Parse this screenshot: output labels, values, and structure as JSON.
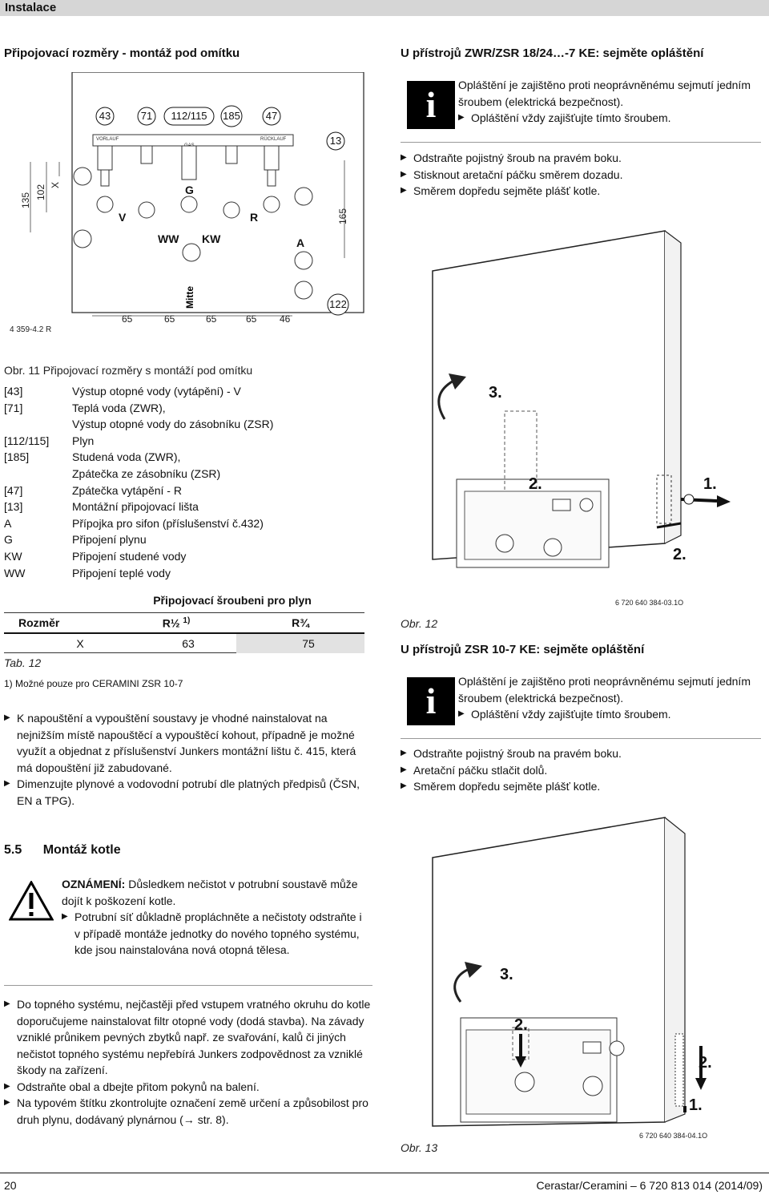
{
  "header": {
    "title": "Instalace"
  },
  "left": {
    "heading": "Připojovací rozměry - montáž pod omítku",
    "fig_code": "4 359-4.2 R",
    "fig_labels": {
      "n43": "43",
      "n71": "71",
      "n112": "112/115",
      "n185": "185",
      "n47": "47",
      "n13": "13",
      "n122": "122",
      "vorlauf": "VORLAUF",
      "gas": "GAS",
      "rucklauf": "RÜCKLAUF",
      "G": "G",
      "V": "V",
      "R": "R",
      "WW": "WW",
      "KW": "KW",
      "A": "A",
      "Mitte": "Mitte",
      "d135": "135",
      "d102": "102",
      "dX": "X",
      "d165": "165",
      "d65a": "65",
      "d65b": "65",
      "d65c": "65",
      "d65d": "65",
      "d46": "46"
    },
    "caption": "Obr. 11 Připojovací rozměry s montáží pod omítku",
    "legend": [
      {
        "k": "[43]",
        "v": "Výstup otopné vody (vytápění) - V"
      },
      {
        "k": "[71]",
        "v": "Teplá voda (ZWR),"
      },
      {
        "k": "",
        "v": "Výstup otopné vody do zásobníku (ZSR)"
      },
      {
        "k": "[112/115]",
        "v": "Plyn"
      },
      {
        "k": "[185]",
        "v": "Studená voda (ZWR),"
      },
      {
        "k": "",
        "v": "Zpátečka ze zásobníku (ZSR)"
      },
      {
        "k": "[47]",
        "v": "Zpátečka vytápění - R"
      },
      {
        "k": "[13]",
        "v": "Montážní připojovací lišta"
      },
      {
        "k": "A",
        "v": "Přípojka pro sifon (příslušenství č.432)"
      },
      {
        "k": "G",
        "v": "Připojení plynu"
      },
      {
        "k": "KW",
        "v": "Připojení studené vody"
      },
      {
        "k": "WW",
        "v": "Připojení teplé vody"
      }
    ],
    "table": {
      "group_header": "Připojovací šroubeni pro plyn",
      "col1": "Rozměr",
      "col2": "R½ ",
      "col2_sup": "1)",
      "col3": "R¾",
      "row_label": "X",
      "row_v1": "63",
      "row_v2": "75",
      "caption": "Tab. 12",
      "footnote": "1) Možné pouze pro CERAMINI ZSR 10-7"
    },
    "bullets1": [
      "K napouštění a vypouštění soustavy je vhodné nainstalovat na nejnižším místě napouštěcí a vypouštěcí kohout, případně je možné využít a objednat z příslušenství Junkers montážní lištu č. 415, která má dopouštění již zabudované.",
      "Dimenzujte plynové a vodovodní potrubí dle platných předpisů (ČSN, EN a TPG)."
    ],
    "section_num": "5.5",
    "section_title": "Montáž kotle",
    "notice_label": "OZNÁMENÍ:",
    "notice_text": " Důsledkem nečistot v potrubní soustavě může dojít k poškození kotle.",
    "notice_bullet": "Potrubní síť důkladně propláchněte a nečistoty odstraňte i v případě montáže jednotky do nového topného systému, kde jsou nainstalována nová otopná tělesa.",
    "bullets2": [
      "Do topného systému, nejčastěji před vstupem vratného okruhu do kotle doporučujeme nainstalovat filtr otopné vody (dodá stavba). Na závady vzniklé průnikem pevných zbytků např. ze svařování, kalů či jiných nečistot topného systému nepřebírá Junkers zodpovědnost za vzniklé škody na zařízení.",
      "Odstraňte obal a dbejte přitom pokynů na balení.",
      "Na typovém štítku zkontrolujte označení země určení a způsobilost pro druh plynu, dodávaný plynárnou (→ str. 8)."
    ]
  },
  "right": {
    "heading1": "U přístrojů ZWR/ZSR 18/24…-7 KE: sejměte opláštění",
    "info1_text": "Opláštění je zajištěno proti neoprávněnému sejmutí jedním šroubem (elektrická bezpečnost).",
    "info1_bullet": "Opláštění vždy zajišťujte tímto šroubem.",
    "steps1": [
      "Odstraňte pojistný šroub na pravém boku.",
      "Stisknout aretační páčku směrem dozadu.",
      "Směrem dopředu sejměte plášť kotle."
    ],
    "fig12_labels": {
      "s3": "3.",
      "s2a": "2.",
      "s1": "1.",
      "s2b": "2."
    },
    "fig12_code": "6 720 640 384-03.1O",
    "fig12_caption": "Obr. 12",
    "heading2": "U přístrojů ZSR 10-7 KE: sejměte opláštění",
    "info2_text": "Opláštění je zajištěno proti neoprávněnému sejmutí jedním šroubem (elektrická bezpečnost).",
    "info2_bullet": "Opláštění vždy zajišťujte tímto šroubem.",
    "steps2": [
      "Odstraňte pojistný šroub na pravém boku.",
      "Aretační páčku stlačit dolů.",
      "Směrem dopředu sejměte plášť kotle."
    ],
    "fig13_labels": {
      "s3": "3.",
      "s2a": "2.",
      "s2b": "2.",
      "s1": "1."
    },
    "fig13_code": "6 720 640 384-04.1O",
    "fig13_caption": "Obr. 13"
  },
  "footer": {
    "page": "20",
    "doc": "Cerastar/Ceramini – 6 720 813 014 (2014/09)"
  }
}
